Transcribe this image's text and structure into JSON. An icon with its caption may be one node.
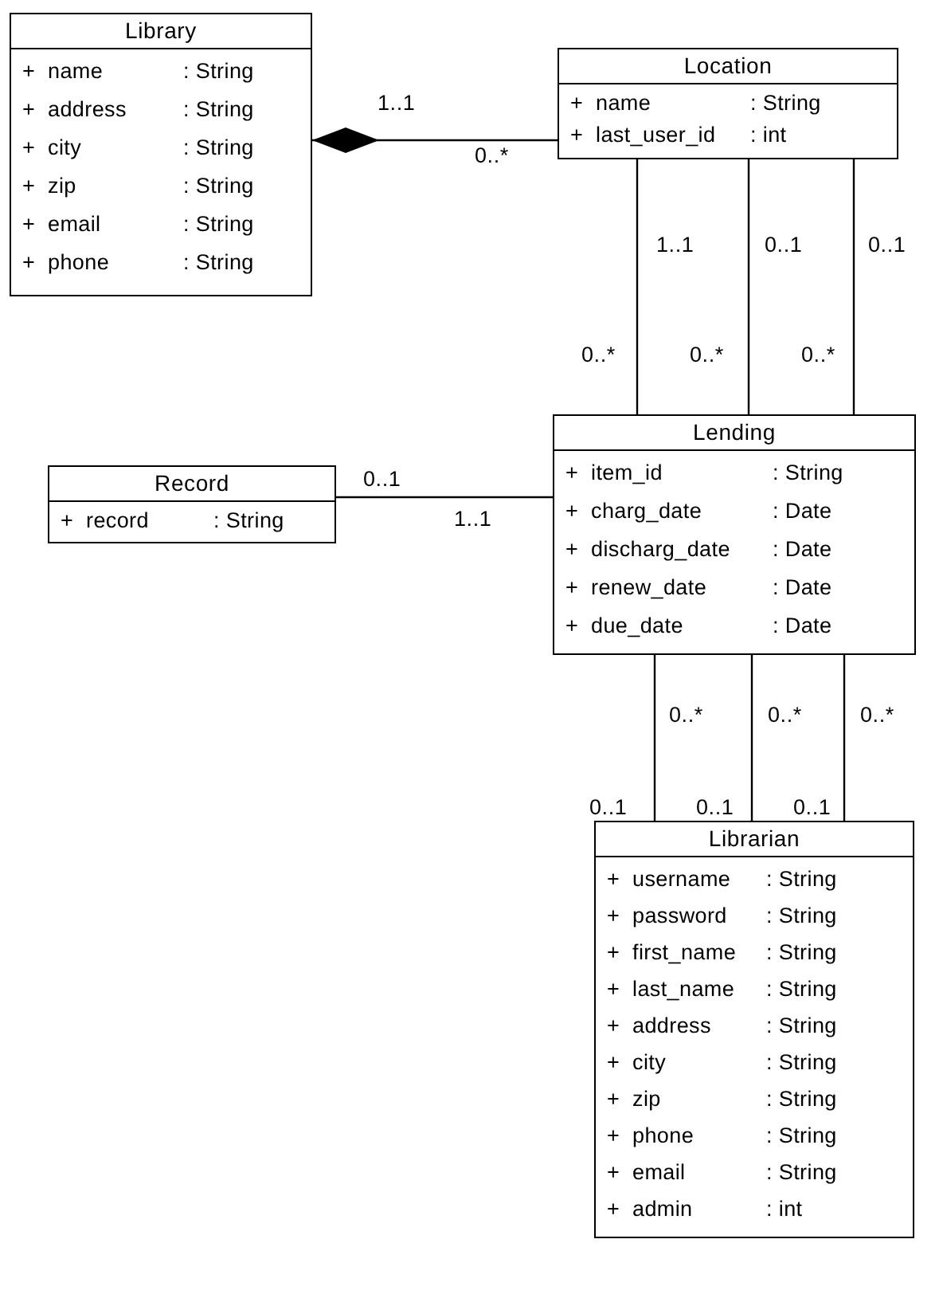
{
  "diagram": {
    "nodes": [
      {
        "text": [
          "Library",
          "+ name : String",
          "+ address : String",
          "+ city : String",
          "+ zip : String",
          "+ email : String",
          "+ phone : String"
        ]
      },
      {
        "text": [
          "Location",
          "+ name : String",
          "+ last_user_id : int"
        ]
      },
      {
        "text": [
          "Lending",
          "+ item_id : String",
          "+ charg_date : Date",
          "+ discharg_date : Date",
          "+ renew_date : Date",
          "+ due_date : Date"
        ]
      },
      {
        "text": [
          "Record",
          "+ record : String"
        ]
      },
      {
        "text": [
          "Librarian",
          "+ username : String",
          "+ password : String",
          "+ first_name : String",
          "+ last_name : String",
          "+ address : String",
          "+ city : String",
          "+ zip : String",
          "+ phone : String",
          "+ email : String",
          "+ admin : int"
        ]
      }
    ],
    "edges": [
      {
        "from": 0,
        "to": 1,
        "arrow": "other"
      },
      {
        "from": 1,
        "to": 2,
        "arrow": "none"
      },
      {
        "from": 1,
        "to": 2,
        "arrow": "none"
      },
      {
        "from": 1,
        "to": 2,
        "arrow": "none"
      },
      {
        "from": 3,
        "to": 2,
        "arrow": "none"
      },
      {
        "from": 2,
        "to": 4,
        "arrow": "none"
      },
      {
        "from": 2,
        "to": 4,
        "arrow": "none"
      },
      {
        "from": 2,
        "to": 4,
        "arrow": "none"
      }
    ],
    "labels": [
      "1..1",
      "0..*",
      "1..1",
      "0..1",
      "0..1",
      "0..*",
      "0..*",
      "0..*",
      "0..1",
      "1..1",
      "0..*",
      "0..*",
      "0..*",
      "0..1",
      "0..1",
      "0..1"
    ]
  }
}
